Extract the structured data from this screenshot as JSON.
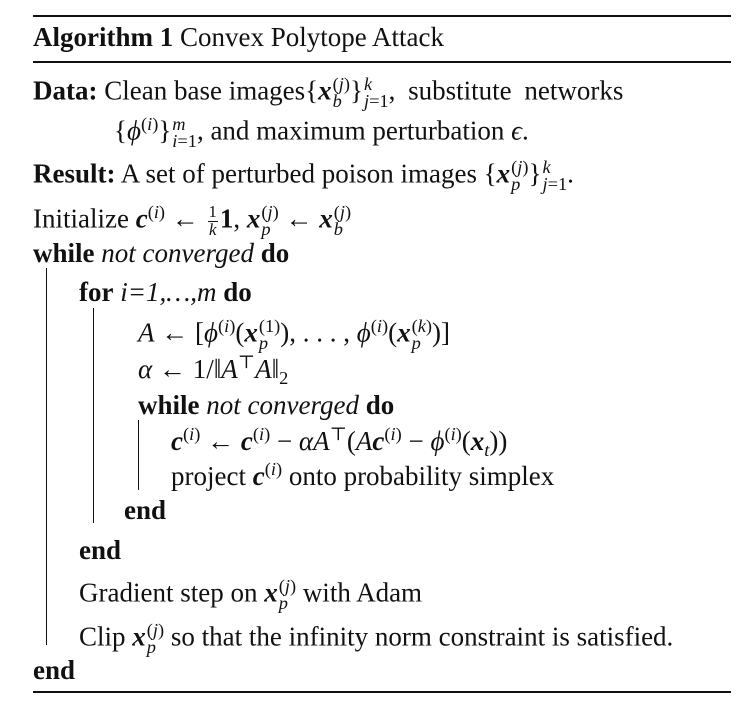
{
  "algorithm": {
    "label": "Algorithm 1",
    "title": "Convex Polytope Attack"
  },
  "keywords": {
    "data": "Data:",
    "result": "Result:",
    "while": "while",
    "do": "do",
    "for": "for",
    "end": "end",
    "initialize": "Initialize",
    "project": "project"
  },
  "text": {
    "data_1": "Clean base images",
    "data_2": ", substitute networks",
    "data_3": ", and maximum perturbation",
    "result_1": "A set of perturbed poison images",
    "not_converged": "not converged",
    "for_range": "i=1,…,m",
    "project_rest": "onto probability simplex",
    "gradient_1": "Gradient step on",
    "gradient_2": "with Adam",
    "clip_1": "Clip",
    "clip_2": "so that the infinity norm constraint is satisfied."
  }
}
